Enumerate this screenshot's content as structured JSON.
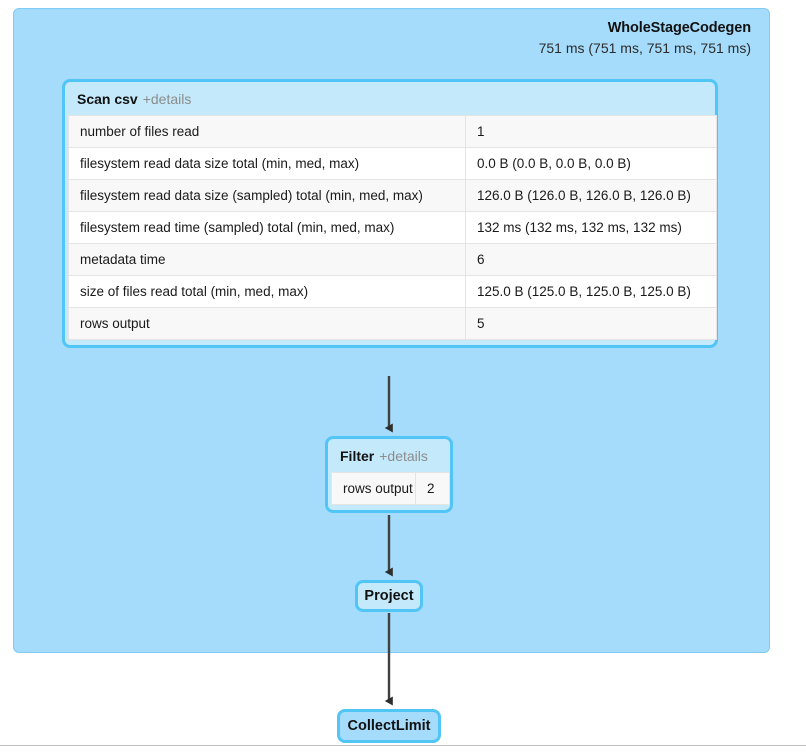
{
  "stage": {
    "title": "WholeStageCodegen",
    "duration": "751 ms (751 ms, 751 ms, 751 ms)"
  },
  "nodes": {
    "scan": {
      "name": "Scan csv",
      "details_label": "+details",
      "metrics": [
        {
          "key": "number of files read",
          "value": "1"
        },
        {
          "key": "filesystem read data size total (min, med, max)",
          "value": "0.0 B (0.0 B, 0.0 B, 0.0 B)"
        },
        {
          "key": "filesystem read data size (sampled) total (min, med, max)",
          "value": "126.0 B (126.0 B, 126.0 B, 126.0 B)"
        },
        {
          "key": "filesystem read time (sampled) total (min, med, max)",
          "value": "132 ms (132 ms, 132 ms, 132 ms)"
        },
        {
          "key": "metadata time",
          "value": "6"
        },
        {
          "key": "size of files read total (min, med, max)",
          "value": "125.0 B (125.0 B, 125.0 B, 125.0 B)"
        },
        {
          "key": "rows output",
          "value": "5"
        }
      ]
    },
    "filter": {
      "name": "Filter",
      "details_label": "+details",
      "metrics": [
        {
          "key": "rows output",
          "value": "2"
        }
      ]
    },
    "project": {
      "name": "Project"
    },
    "collect_limit": {
      "name": "CollectLimit"
    }
  },
  "colors": {
    "stage_fill": "#a6dcfb",
    "stage_border": "#7fcbf5",
    "node_fill": "#c4e9fb",
    "node_border": "#52c5f7",
    "edge": "#404040",
    "details_link": "#8c8c8c"
  }
}
